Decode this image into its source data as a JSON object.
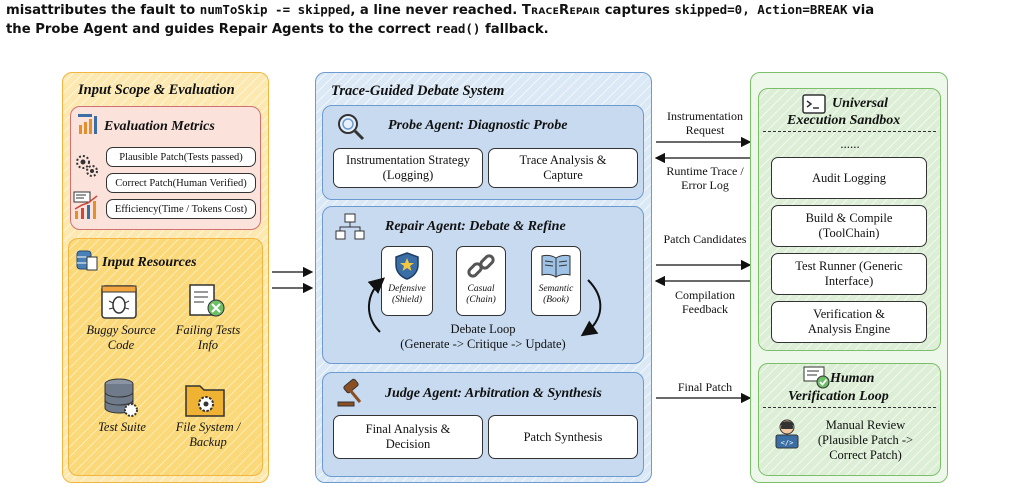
{
  "caption": {
    "line1_a": "misattributes the fault to ",
    "line1_code1": "numToSkip -= skipped",
    "line1_b": ", a line never reached. ",
    "line1_tool": "TraceRepair",
    "line1_c": " captures ",
    "line1_code2": "skipped=0, Action=BREAK",
    "line1_d": " via",
    "line2_a": "the Probe Agent and guides Repair Agents to the correct ",
    "line2_code": "read()",
    "line2_b": " fallback."
  },
  "left_panel": {
    "title": "Input Scope & Evaluation",
    "metrics": {
      "title": "Evaluation Metrics",
      "items": [
        "Plausible Patch(Tests passed)",
        "Correct Patch(Human Verified)",
        "Efficiency(Time / Tokens Cost)"
      ]
    },
    "resources": {
      "title": "Input Resources",
      "items": [
        "Buggy Source Code",
        "Failing Tests Info",
        "Test Suite",
        "File System / Backup"
      ]
    }
  },
  "center_panel": {
    "title": "Trace-Guided Debate System",
    "probe": {
      "title": "Probe Agent: Diagnostic Probe",
      "box1": "Instrumentation Strategy (Logging)",
      "box2": "Trace Analysis & Capture"
    },
    "repair": {
      "title": "Repair Agent: Debate & Refine",
      "agents": [
        {
          "name": "Defensive",
          "sub": "(Shield)"
        },
        {
          "name": "Casual",
          "sub": "(Chain)"
        },
        {
          "name": "Semantic",
          "sub": "(Book)"
        }
      ],
      "loop_line1": "Debate Loop",
      "loop_line2": "(Generate -> Critique -> Update)"
    },
    "judge": {
      "title": "Judge Agent: Arbitration & Synthesis",
      "box1": "Final Analysis & Decision",
      "box2": "Patch Synthesis"
    }
  },
  "arrows": {
    "instr_request": "Instrumentation Request",
    "runtime_trace": "Runtime Trace / Error Log",
    "patch_candidates": "Patch Candidates",
    "compilation_feedback": "Compilation Feedback",
    "final_patch": "Final Patch"
  },
  "right_panel": {
    "sandbox": {
      "title_line1": "Universal",
      "title_line2": "Execution Sandbox",
      "ellipsis": "......",
      "items": [
        "Audit Logging",
        "Build & Compile (ToolChain)",
        "Test Runner (Generic Interface)",
        "Verification & Analysis Engine"
      ]
    },
    "human": {
      "title_line1": "Human",
      "title_line2": "Verification Loop",
      "review": "Manual Review (Plausible Patch -> Correct Patch)"
    }
  },
  "colors": {
    "yellow_border": "#f2b640",
    "blue_border": "#6d9bd0",
    "green_border": "#7cbf6a",
    "red_border": "#d07070"
  }
}
